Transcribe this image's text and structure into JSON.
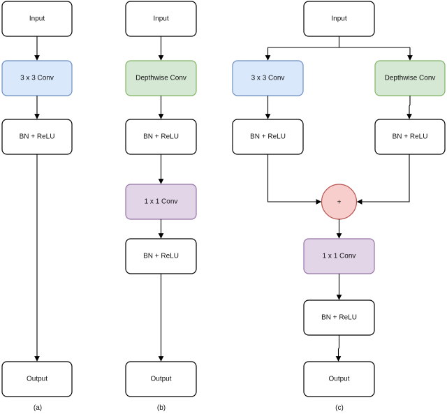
{
  "colors": {
    "plain_fill": "#ffffff",
    "plain_stroke": "#000000",
    "conv3x3_fill": "#dae8fc",
    "conv3x3_stroke": "#6c8ebf",
    "depthwise_fill": "#d5e8d4",
    "depthwise_stroke": "#82b366",
    "conv1x1_fill": "#e1d5e7",
    "conv1x1_stroke": "#9673a6",
    "add_fill": "#f8cecc",
    "add_stroke": "#b85450"
  },
  "panel_a": {
    "input": "Input",
    "conv": "3 x 3 Conv",
    "bn_relu": "BN + ReLU",
    "output": "Output",
    "caption": "(a)"
  },
  "panel_b": {
    "input": "Input",
    "depthwise": "Depthwise Conv",
    "bn_relu_1": "BN + ReLU",
    "pointwise": "1 x 1 Conv",
    "bn_relu_2": "BN + ReLU",
    "output": "Output",
    "caption": "(b)"
  },
  "panel_c": {
    "input": "Input",
    "conv": "3 x 3 Conv",
    "depthwise": "Depthwise Conv",
    "bn_relu_left": "BN + ReLU",
    "bn_relu_right": "BN + ReLU",
    "add": "+",
    "pointwise": "1 x 1 Conv",
    "bn_relu_3": "BN + ReLU",
    "output": "Output",
    "caption": "(c)"
  }
}
